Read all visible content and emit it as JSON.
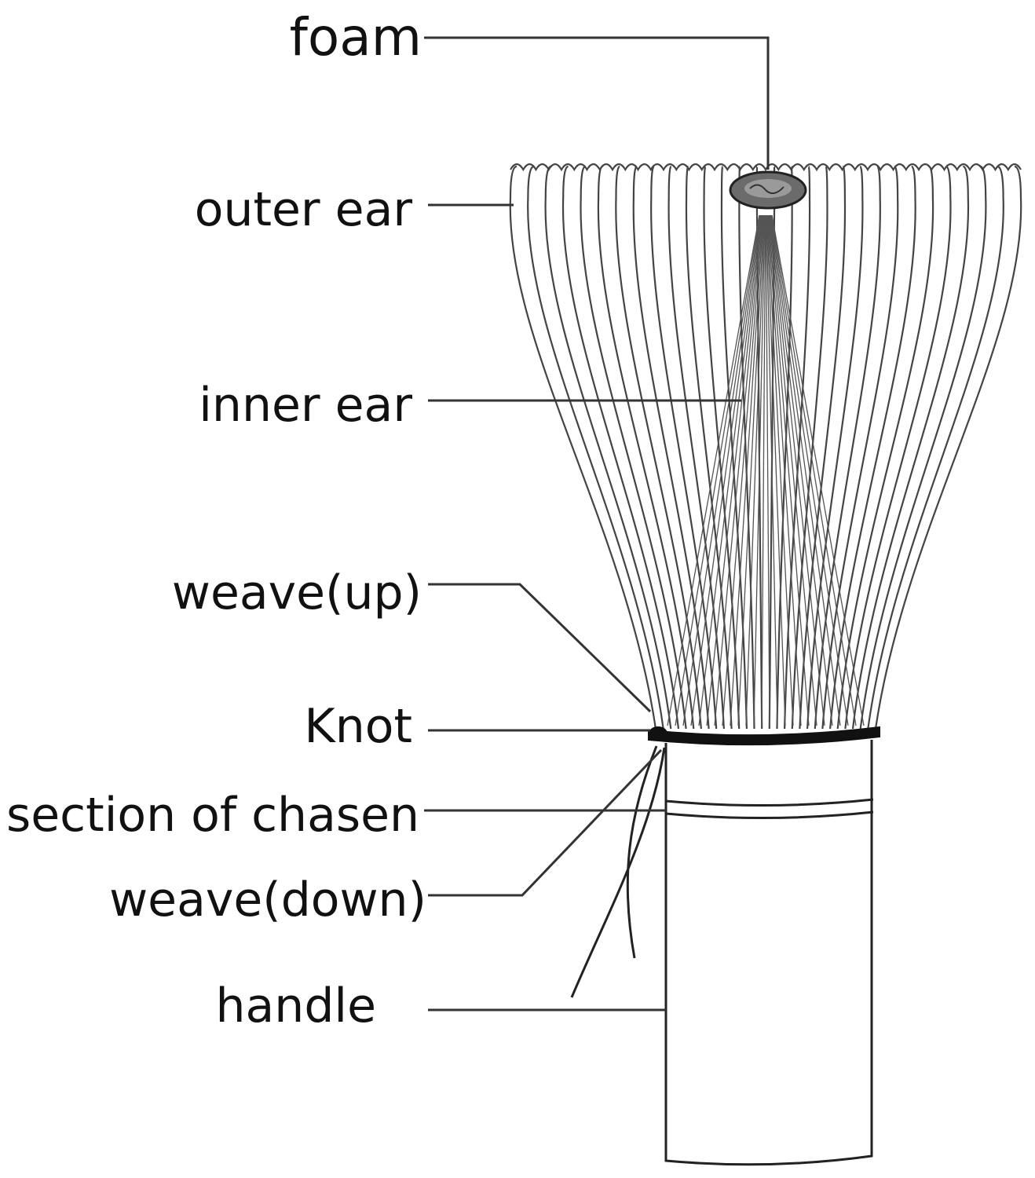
{
  "diagram": {
    "subject": "chasen",
    "labels": {
      "foam": "foam",
      "outer_ear": "outer ear",
      "inner_ear": "inner ear",
      "weave_up": "weave(up)",
      "knot": "Knot",
      "section": "section of chasen",
      "weave_down": "weave(down)",
      "handle": "handle"
    },
    "colors": {
      "line": "#333333",
      "text": "#111111",
      "background": "#ffffff"
    }
  }
}
